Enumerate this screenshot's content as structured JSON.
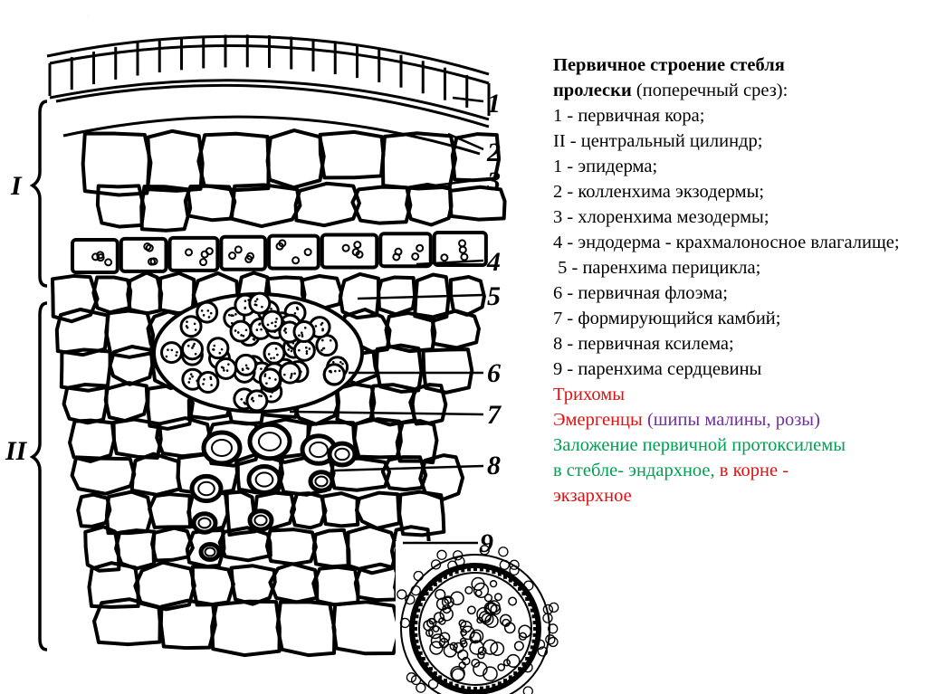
{
  "diagram": {
    "labels": {
      "roman_1": "I",
      "roman_2": "II",
      "n1": "1",
      "n2": "2",
      "n3": "3",
      "n4": "4",
      "n5": "5",
      "n6": "6",
      "n7": "7",
      "n8": "8",
      "n9": "9"
    },
    "stray_mark": "."
  },
  "text": {
    "title_bold": "Первичное строение стебля",
    "title_bold2": "пролески",
    "title_normal": " (поперечный срез):",
    "items": [
      "1 - первичная кора;",
      "II - центральный цилиндр;",
      "1 - эпидерма;",
      "2 - колленхима экзодермы;",
      "3 - хлоренхима мезодермы;",
      "4 - эндодерма - крахмалоносное влагалище;",
      " 5 - паренхима перицикла;",
      "6 - первичная флоэма;",
      "7 - формирующийся камбий;",
      "8 - первичная ксилема;",
      "9 - паренхима сердцевины"
    ],
    "trichomes": "Трихомы",
    "emergences": "Эмергенцы",
    "emergences_note": " (шипы малины, розы)",
    "protoxylem_line1": "Заложение первичной протоксилемы",
    "protoxylem_line2a": "в стебле- эндархное, ",
    "protoxylem_line2b": "в корне -",
    "protoxylem_line3": "экзархное"
  },
  "colors": {
    "trichomes": "#e01010",
    "emergences": "#e01010",
    "emergences_note": "#7030a0",
    "protoxylem": "#00a050",
    "ink": "#000000"
  }
}
